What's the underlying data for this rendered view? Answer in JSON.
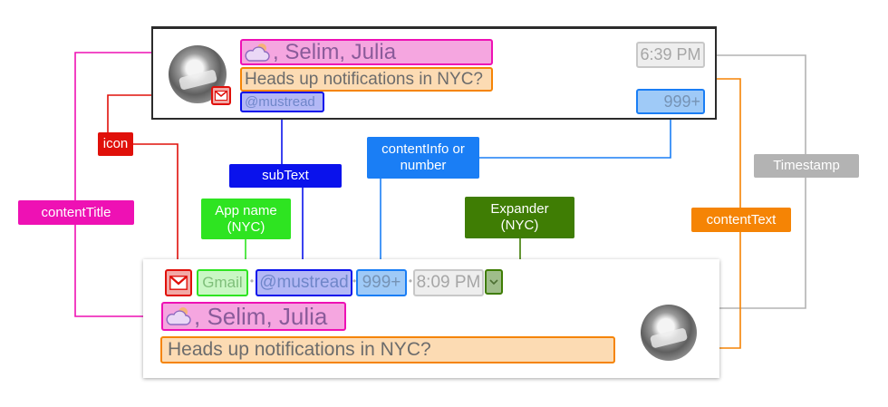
{
  "top_notification": {
    "title_names": ", Selim, Julia",
    "content_text": "Heads up notifications in NYC?",
    "sub_text": "@mustread",
    "timestamp": "6:39 PM",
    "content_info": "999+",
    "icon": "gmail-icon",
    "title_icon": "weather-cloud-sun-icon"
  },
  "bottom_notification": {
    "app_name": "Gmail",
    "sub_text": "@mustread",
    "content_info": "999+",
    "timestamp": "8:09 PM",
    "expander_icon": "chevron-down-icon",
    "title_names": ", Selim, Julia",
    "content_text": "Heads up notifications in NYC?",
    "separator": "•"
  },
  "labels": {
    "icon": "icon",
    "content_title": "contentTitle",
    "sub_text": "subText",
    "app_name": "App name\n(NYC)",
    "content_info": "contentInfo or\nnumber",
    "expander": "Expander\n(NYC)",
    "timestamp": "Timestamp",
    "content_text": "contentText"
  },
  "colors": {
    "icon": "#e0100a",
    "content_title": "#ee11b4",
    "sub_text": "#0a12ec",
    "app_name": "#2ee421",
    "content_info": "#1a7ef5",
    "expander": "#3f7d04",
    "timestamp": "#b3b3b3",
    "content_text": "#f58405"
  }
}
